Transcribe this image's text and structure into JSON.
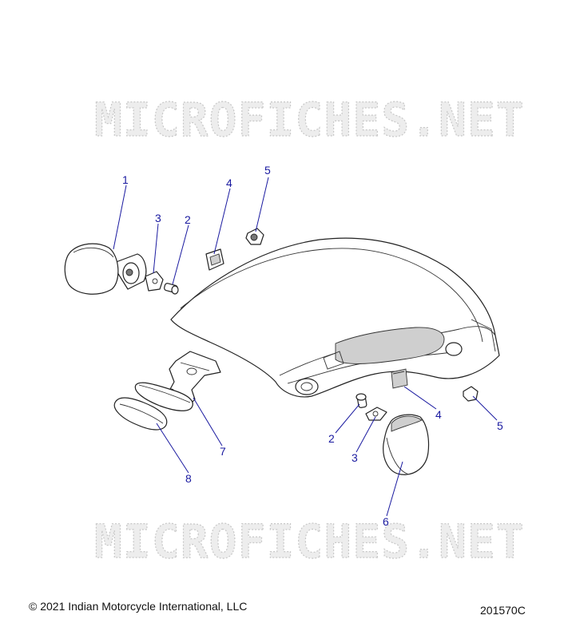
{
  "watermark": "MICROFICHES.NET",
  "callouts": [
    {
      "id": "callout-1-top",
      "label": "1"
    },
    {
      "id": "callout-3-top",
      "label": "3"
    },
    {
      "id": "callout-2-top",
      "label": "2"
    },
    {
      "id": "callout-4-top",
      "label": "4"
    },
    {
      "id": "callout-5-top",
      "label": "5"
    },
    {
      "id": "callout-7",
      "label": "7"
    },
    {
      "id": "callout-8",
      "label": "8"
    },
    {
      "id": "callout-4-bottom",
      "label": "4"
    },
    {
      "id": "callout-5-bottom",
      "label": "5"
    },
    {
      "id": "callout-2-bottom",
      "label": "2"
    },
    {
      "id": "callout-3-bottom",
      "label": "3"
    },
    {
      "id": "callout-6",
      "label": "6"
    }
  ],
  "footer": {
    "copyright": "© 2021 Indian Motorcycle International, LLC",
    "drawing_number": "201570C"
  }
}
